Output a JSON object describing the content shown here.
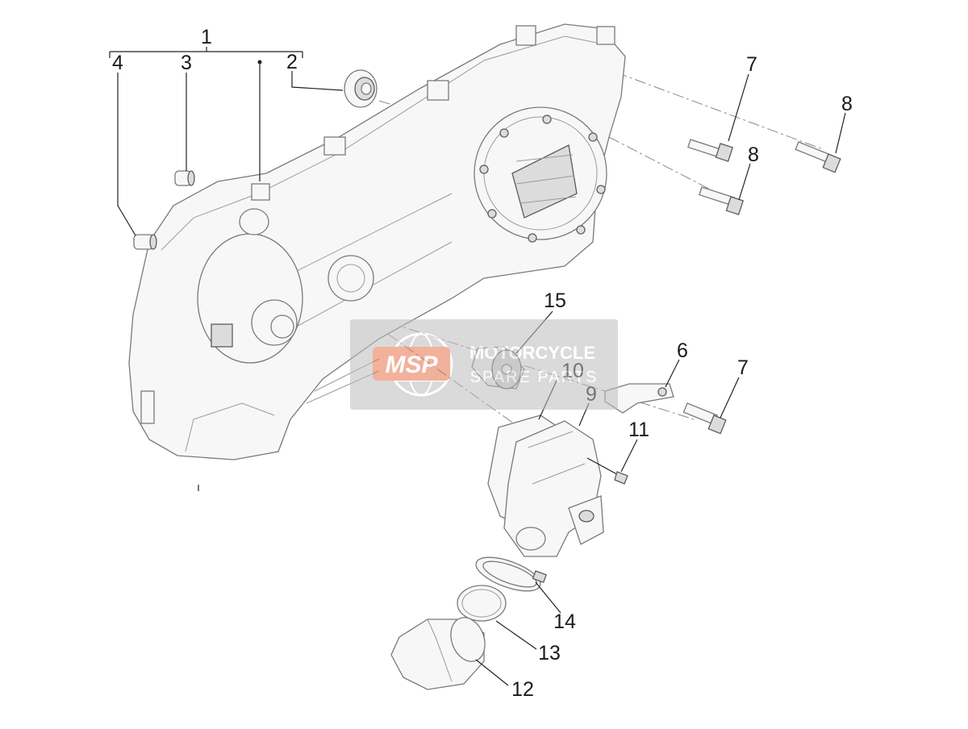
{
  "diagram": {
    "part_labels": [
      {
        "id": "p1",
        "text": "1"
      },
      {
        "id": "p2",
        "text": "2"
      },
      {
        "id": "p3",
        "text": "3"
      },
      {
        "id": "p4",
        "text": "4"
      },
      {
        "id": "p6",
        "text": "6"
      },
      {
        "id": "p7a",
        "text": "7"
      },
      {
        "id": "p7b",
        "text": "7"
      },
      {
        "id": "p8a",
        "text": "8"
      },
      {
        "id": "p8b",
        "text": "8"
      },
      {
        "id": "p9",
        "text": "9"
      },
      {
        "id": "p10",
        "text": "10"
      },
      {
        "id": "p11",
        "text": "11"
      },
      {
        "id": "p12",
        "text": "12"
      },
      {
        "id": "p13",
        "text": "13"
      },
      {
        "id": "p14",
        "text": "14"
      },
      {
        "id": "p15",
        "text": "15"
      }
    ]
  },
  "watermark": {
    "logo_text": "MSP",
    "line1": "MOTORCYCLE",
    "line2": "SPARE PARTS",
    "colors": {
      "badge": "#e8734a",
      "text": "#ffffff",
      "panel": "#bdbdbd"
    }
  }
}
